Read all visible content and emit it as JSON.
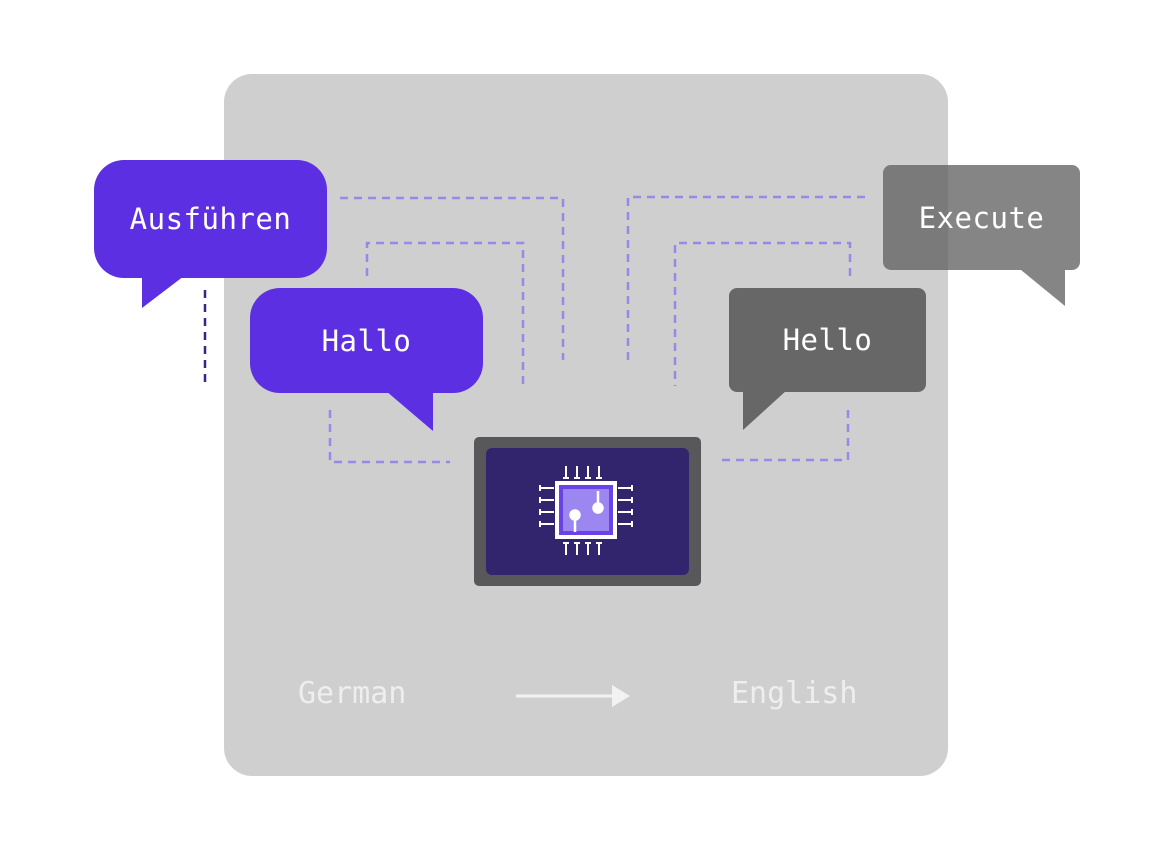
{
  "source": {
    "language_label": "German",
    "words": [
      "Ausführen",
      "Hallo"
    ]
  },
  "target": {
    "language_label": "English",
    "words": [
      "Execute",
      "Hello"
    ]
  },
  "icons": {
    "processor": "cpu-chip-icon",
    "direction": "arrow-right-icon"
  },
  "colors": {
    "source_bubble": "#5d2fe2",
    "target_bubble": "#676767",
    "panel": "#cfcfd0",
    "chip": "#33246e",
    "connector": "#9b87e6"
  }
}
